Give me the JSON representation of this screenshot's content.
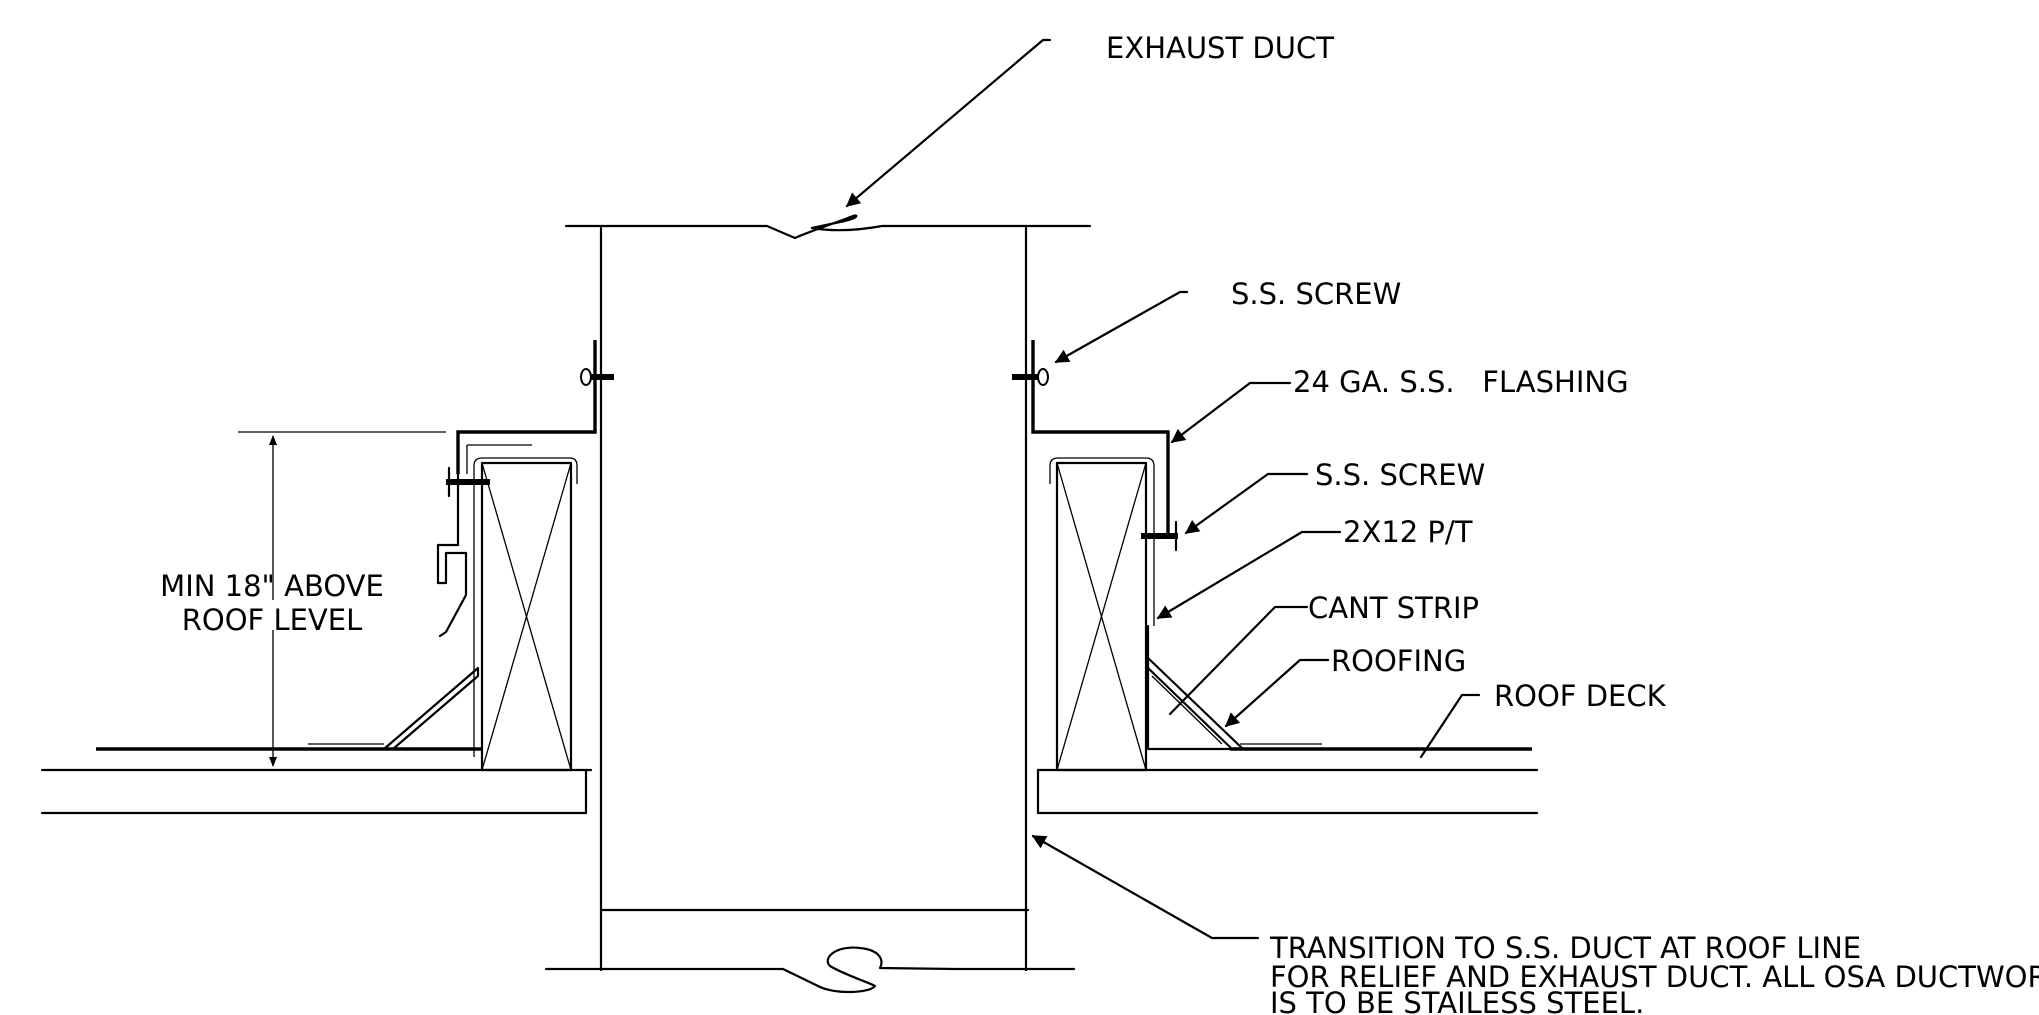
{
  "labels": {
    "exhaust_duct": "EXHAUST DUCT",
    "ss_screw_top": "S.S. SCREW",
    "flashing": "24 GA. S.S.   FLASHING",
    "ss_screw_mid": "S.S. SCREW",
    "lumber": "2X12 P/T",
    "cant_strip": "CANT STRIP",
    "roofing": "ROOFING",
    "roof_deck": "ROOF DECK",
    "min_height_line1": "MIN 18\" ABOVE",
    "min_height_line2": "ROOF LEVEL",
    "transition_note_line1": "TRANSITION TO S.S. DUCT AT ROOF LINE",
    "transition_note_line2": "FOR RELIEF AND EXHAUST DUCT. ALL OSA DUCTWORK",
    "transition_note_line3": "IS TO BE STAILESS STEEL."
  }
}
